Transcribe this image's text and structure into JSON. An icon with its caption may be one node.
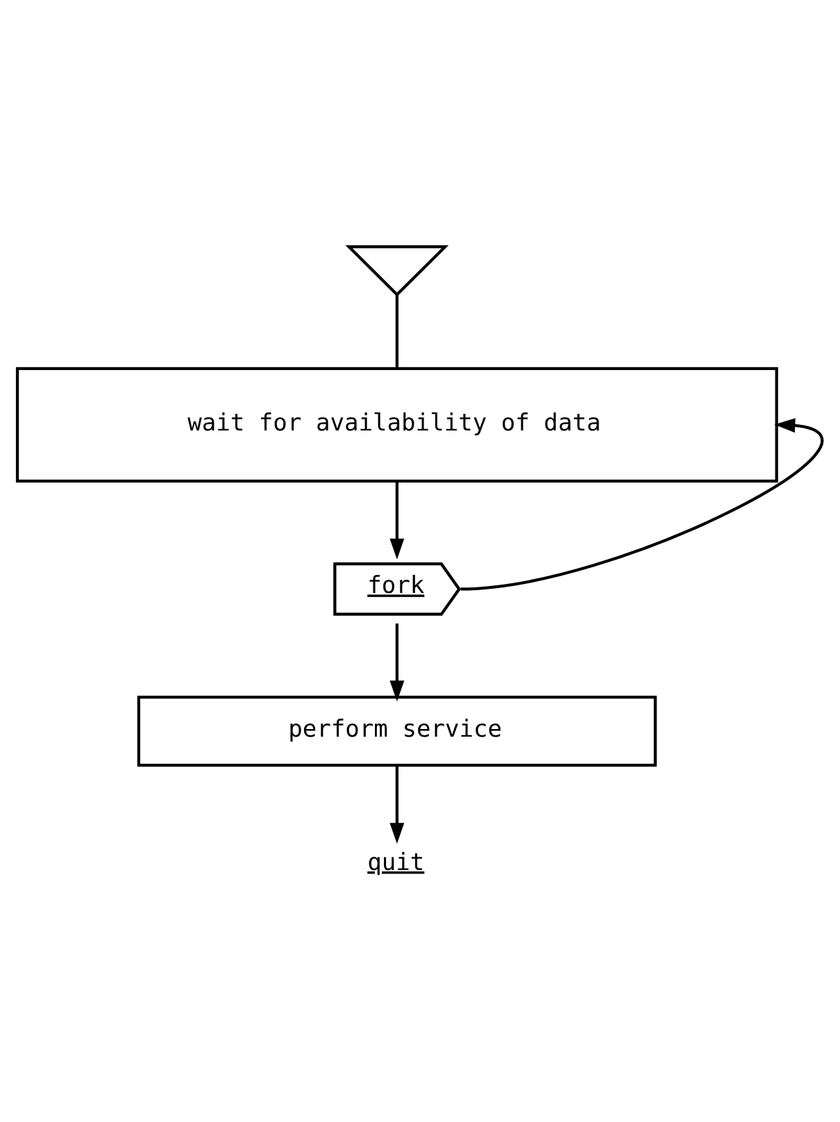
{
  "diagram": {
    "nodes": [
      {
        "text": [],
        "shape": "triangle"
      },
      {
        "text": [
          "wait for availability of data"
        ]
      },
      {
        "text": [
          "fork"
        ]
      },
      {
        "text": [
          "perform service"
        ]
      },
      {
        "text": [
          "quit"
        ]
      }
    ],
    "edges": [
      {
        "from": 0,
        "to": 1,
        "arrow": "none"
      },
      {
        "from": 1,
        "to": 2,
        "arrow": "to"
      },
      {
        "from": 2,
        "to": 3,
        "arrow": "to"
      },
      {
        "from": 3,
        "to": 4,
        "arrow": "to"
      },
      {
        "from": 2,
        "to": 1,
        "arrow": "to"
      }
    ]
  }
}
